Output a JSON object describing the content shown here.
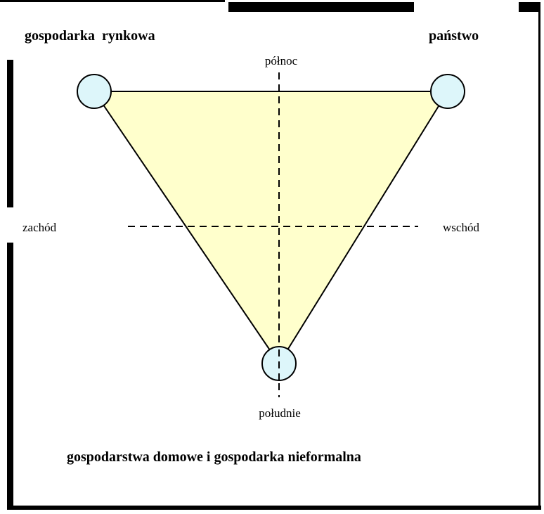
{
  "corners": {
    "top_left": "gospodarka  rynkowa",
    "top_right": "państwo",
    "bottom": "gospodarstwa domowe i gospodarka nieformalna"
  },
  "directions": {
    "north": "północ",
    "south": "południe",
    "west": "zachód",
    "east": "wschód"
  },
  "colors": {
    "triangle_fill": "#FFFFCC",
    "node_fill": "#DDF6FA",
    "border": "#000000",
    "background": "#FFFFFF"
  }
}
